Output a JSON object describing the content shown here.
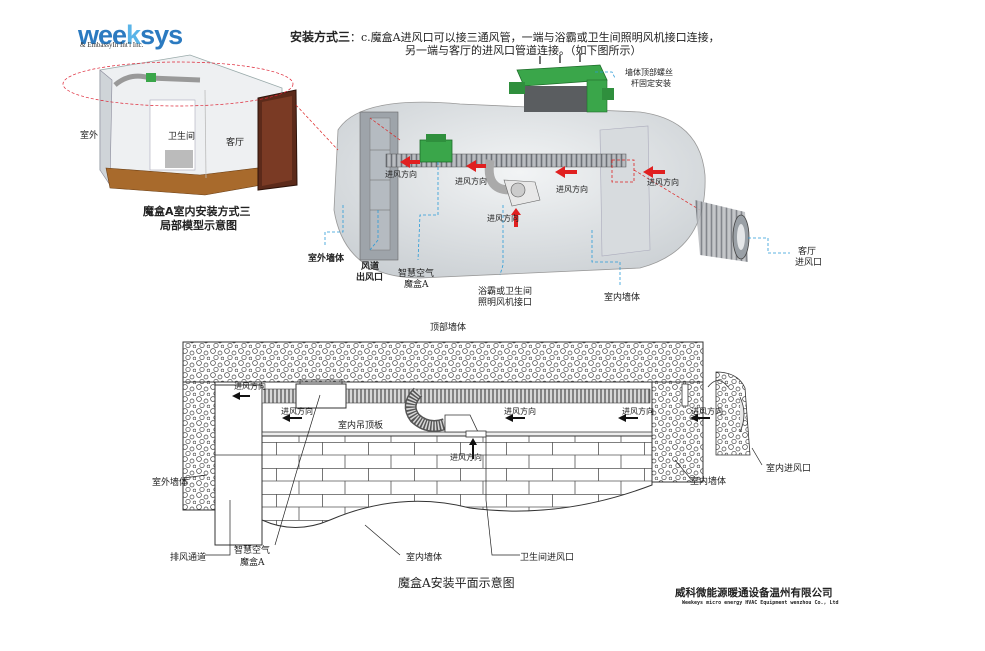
{
  "brand": {
    "logo_a": "wee",
    "logo_b": "k",
    "logo_c": "sys",
    "subtitle": "& EmbassyIn Int'l Inc."
  },
  "header": {
    "title": "安装方式三",
    "line1": "：c.魔盒A进风口可以接三通风管，一端与浴霸或卫生间照明风机接口连接，",
    "line2": "另一端与客厅的进风口管道连接。（如下图所示）"
  },
  "model_view": {
    "labels": {
      "outdoor": "室外",
      "bathroom": "卫生间",
      "living_room": "客厅"
    },
    "caption_line1": "魔盒A室内安装方式三",
    "caption_line2": "局部模型示意图"
  },
  "section_view": {
    "mount_note_line1": "墙体顶部螺丝",
    "mount_note_line2": "杆固定安装",
    "outer_wall": "室外墙体",
    "duct_line1": "风道",
    "duct_line2": "出风口",
    "box_line1": "智慧空气",
    "box_line2": "魔盒A",
    "bath_line1": "浴霸或卫生间",
    "bath_line2": "照明风机接口",
    "inner_wall": "室内墙体",
    "living_line1": "客厅",
    "living_line2": "进风口",
    "inflow": "进风方向"
  },
  "plan_view": {
    "top_wall": "顶部墙体",
    "ceiling": "室内吊顶板",
    "outer_wall": "室外墙体",
    "inner_wall_right": "室内墙体",
    "inner_wall_bottom": "室内墙体",
    "exhaust_duct": "排风通道",
    "box_line1": "智慧空气",
    "box_line2": "魔盒A",
    "bath_inlet": "卫生间进风口",
    "indoor_inlet": "室内进风口",
    "inflow": "进风方向",
    "title": "魔盒A安装平面示意图"
  },
  "footer": {
    "company_cn": "威科微能源暖通设备温州有限公司",
    "company_en": "Weekeys micro energy HVAC Equipment wenzhou Co., Ltd"
  },
  "colors": {
    "logo_blue": "#2b7ac0",
    "box_green": "#3aa64a",
    "arrow_red": "#e02020",
    "leader_blue": "#2a9bd8"
  }
}
